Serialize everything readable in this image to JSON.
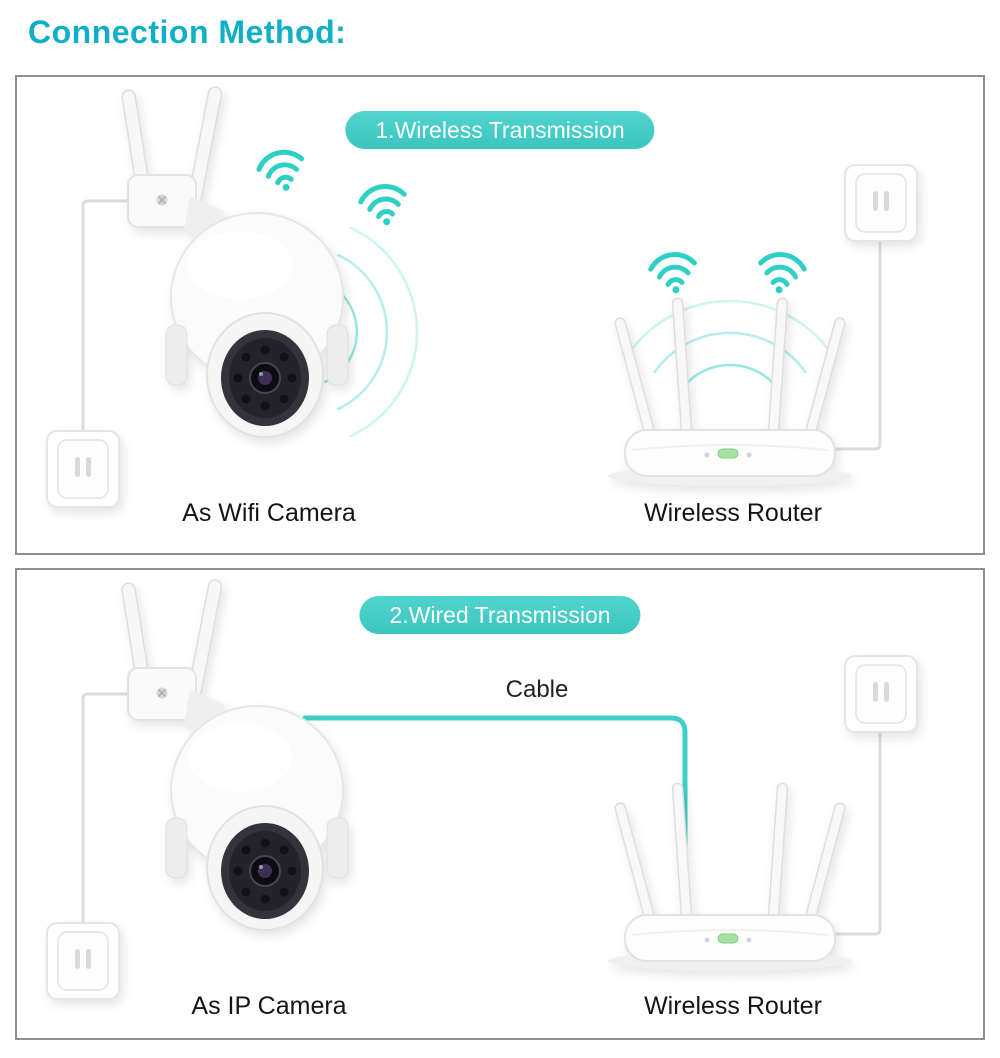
{
  "title": "Connection Method:",
  "colors": {
    "title": "#0fb0c5",
    "badge": "#3bc5bf",
    "badge_light": "#52d4ce",
    "wifi": "#2ed0c6",
    "cable": "#3fd0ca",
    "panel_border": "#8f8f8f",
    "label": "#151515"
  },
  "icons": {
    "wifi-signal-icon": "teal concentric arcs with dot",
    "wifi-camera-icon": "white PTZ dome camera with two antennas",
    "wireless-router-icon": "white router with four antennas and green LED",
    "wall-outlet-icon": "white wall power socket",
    "signal-ripples": "fading teal concentric arcs",
    "cable-line": "teal ethernet cable"
  },
  "panels": {
    "wireless": {
      "badge": "1.Wireless Transmission",
      "camera_label": "As Wifi Camera",
      "router_label": "Wireless Router"
    },
    "wired": {
      "badge": "2.Wired Transmission",
      "cable_label": "Cable",
      "camera_label": "As IP Camera",
      "router_label": "Wireless Router"
    }
  }
}
